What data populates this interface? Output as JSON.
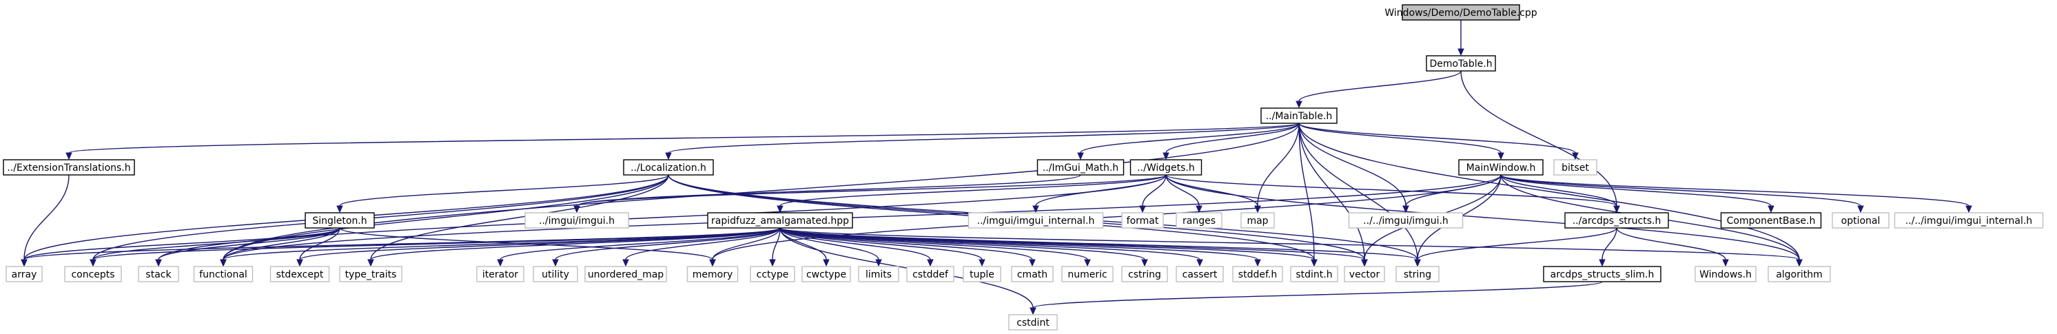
{
  "graph": {
    "nodes": [
      {
        "id": "root",
        "label": "Windows/Demo/DemoTable.cpp",
        "style": "root",
        "interactable": false
      },
      {
        "id": "demotable",
        "label": "DemoTable.h",
        "style": "box",
        "interactable": true
      },
      {
        "id": "maintable",
        "label": "../MainTable.h",
        "style": "box",
        "interactable": true
      },
      {
        "id": "exttrans",
        "label": "../ExtensionTranslations.h",
        "style": "box",
        "interactable": true
      },
      {
        "id": "localization",
        "label": "../Localization.h",
        "style": "box",
        "interactable": true
      },
      {
        "id": "imguimath",
        "label": "../ImGui_Math.h",
        "style": "box",
        "interactable": true
      },
      {
        "id": "widgets",
        "label": "../Widgets.h",
        "style": "box",
        "interactable": true
      },
      {
        "id": "mainwindow",
        "label": "MainWindow.h",
        "style": "box",
        "interactable": true
      },
      {
        "id": "bitset",
        "label": "bitset",
        "style": "system",
        "interactable": false
      },
      {
        "id": "singleton",
        "label": "Singleton.h",
        "style": "box",
        "interactable": true
      },
      {
        "id": "imgui1",
        "label": "../imgui/imgui.h",
        "style": "system",
        "interactable": false
      },
      {
        "id": "rapidfuzz",
        "label": "rapidfuzz_amalgamated.hpp",
        "style": "box",
        "interactable": true
      },
      {
        "id": "imguiint1",
        "label": "../imgui/imgui_internal.h",
        "style": "system",
        "interactable": false
      },
      {
        "id": "format",
        "label": "format",
        "style": "system",
        "interactable": false
      },
      {
        "id": "ranges",
        "label": "ranges",
        "style": "system",
        "interactable": false
      },
      {
        "id": "map",
        "label": "map",
        "style": "system",
        "interactable": false
      },
      {
        "id": "imgui2",
        "label": "../../imgui/imgui.h",
        "style": "system",
        "interactable": false
      },
      {
        "id": "arcdpsstructs",
        "label": "../arcdps_structs.h",
        "style": "box",
        "interactable": true
      },
      {
        "id": "componentbase",
        "label": "ComponentBase.h",
        "style": "box",
        "interactable": true
      },
      {
        "id": "optional",
        "label": "optional",
        "style": "system",
        "interactable": false
      },
      {
        "id": "imguiint2",
        "label": "../../imgui/imgui_internal.h",
        "style": "system",
        "interactable": false
      },
      {
        "id": "array",
        "label": "array",
        "style": "system",
        "interactable": false
      },
      {
        "id": "concepts",
        "label": "concepts",
        "style": "system",
        "interactable": false
      },
      {
        "id": "stack",
        "label": "stack",
        "style": "system",
        "interactable": false
      },
      {
        "id": "functional",
        "label": "functional",
        "style": "system",
        "interactable": false
      },
      {
        "id": "stdexcept",
        "label": "stdexcept",
        "style": "system",
        "interactable": false
      },
      {
        "id": "typetraits",
        "label": "type_traits",
        "style": "system",
        "interactable": false
      },
      {
        "id": "iterator",
        "label": "iterator",
        "style": "system",
        "interactable": false
      },
      {
        "id": "utility",
        "label": "utility",
        "style": "system",
        "interactable": false
      },
      {
        "id": "unorderedmap",
        "label": "unordered_map",
        "style": "system",
        "interactable": false
      },
      {
        "id": "memory",
        "label": "memory",
        "style": "system",
        "interactable": false
      },
      {
        "id": "cctype",
        "label": "cctype",
        "style": "system",
        "interactable": false
      },
      {
        "id": "cwctype",
        "label": "cwctype",
        "style": "system",
        "interactable": false
      },
      {
        "id": "limits",
        "label": "limits",
        "style": "system",
        "interactable": false
      },
      {
        "id": "cstddef",
        "label": "cstddef",
        "style": "system",
        "interactable": false
      },
      {
        "id": "tuple",
        "label": "tuple",
        "style": "system",
        "interactable": false
      },
      {
        "id": "cmath",
        "label": "cmath",
        "style": "system",
        "interactable": false
      },
      {
        "id": "numeric",
        "label": "numeric",
        "style": "system",
        "interactable": false
      },
      {
        "id": "cstring",
        "label": "cstring",
        "style": "system",
        "interactable": false
      },
      {
        "id": "cassert",
        "label": "cassert",
        "style": "system",
        "interactable": false
      },
      {
        "id": "stddefh",
        "label": "stddef.h",
        "style": "system",
        "interactable": false
      },
      {
        "id": "stdinth",
        "label": "stdint.h",
        "style": "system",
        "interactable": false
      },
      {
        "id": "vector",
        "label": "vector",
        "style": "system",
        "interactable": false
      },
      {
        "id": "string",
        "label": "string",
        "style": "system",
        "interactable": false
      },
      {
        "id": "arcdpsslim",
        "label": "arcdps_structs_slim.h",
        "style": "box",
        "interactable": true
      },
      {
        "id": "windowsh",
        "label": "Windows.h",
        "style": "system",
        "interactable": false
      },
      {
        "id": "algorithm",
        "label": "algorithm",
        "style": "system",
        "interactable": false
      },
      {
        "id": "cstdint",
        "label": "cstdint",
        "style": "system",
        "interactable": false
      }
    ],
    "edges": [
      [
        "root",
        "demotable"
      ],
      [
        "demotable",
        "maintable"
      ],
      [
        "demotable",
        "arcdpsstructs"
      ],
      [
        "maintable",
        "exttrans"
      ],
      [
        "maintable",
        "localization"
      ],
      [
        "maintable",
        "imguimath"
      ],
      [
        "maintable",
        "widgets"
      ],
      [
        "maintable",
        "mainwindow"
      ],
      [
        "maintable",
        "bitset"
      ],
      [
        "maintable",
        "map"
      ],
      [
        "maintable",
        "imgui2"
      ],
      [
        "maintable",
        "functional"
      ],
      [
        "maintable",
        "vector"
      ],
      [
        "maintable",
        "string"
      ],
      [
        "maintable",
        "stdinth"
      ],
      [
        "maintable",
        "algorithm"
      ],
      [
        "exttrans",
        "array"
      ],
      [
        "localization",
        "singleton"
      ],
      [
        "localization",
        "array"
      ],
      [
        "localization",
        "concepts"
      ],
      [
        "localization",
        "functional"
      ],
      [
        "localization",
        "typetraits"
      ],
      [
        "localization",
        "vector"
      ],
      [
        "localization",
        "string"
      ],
      [
        "localization",
        "stdinth"
      ],
      [
        "imguimath",
        "imgui1"
      ],
      [
        "widgets",
        "imgui1"
      ],
      [
        "widgets",
        "imguiint1"
      ],
      [
        "widgets",
        "format"
      ],
      [
        "widgets",
        "ranges"
      ],
      [
        "widgets",
        "map"
      ],
      [
        "widgets",
        "arcdpsstructs"
      ],
      [
        "widgets",
        "stack"
      ],
      [
        "widgets",
        "rapidfuzz"
      ],
      [
        "widgets",
        "algorithm"
      ],
      [
        "mainwindow",
        "imgui2"
      ],
      [
        "mainwindow",
        "arcdpsstructs"
      ],
      [
        "mainwindow",
        "componentbase"
      ],
      [
        "mainwindow",
        "optional"
      ],
      [
        "mainwindow",
        "imguiint2"
      ],
      [
        "mainwindow",
        "vector"
      ],
      [
        "mainwindow",
        "string"
      ],
      [
        "mainwindow",
        "memory"
      ],
      [
        "mainwindow",
        "functional"
      ],
      [
        "mainwindow",
        "algorithm"
      ],
      [
        "singleton",
        "array"
      ],
      [
        "singleton",
        "concepts"
      ],
      [
        "singleton",
        "stack"
      ],
      [
        "singleton",
        "functional"
      ],
      [
        "singleton",
        "stdexcept"
      ],
      [
        "singleton",
        "memory"
      ],
      [
        "rapidfuzz",
        "array"
      ],
      [
        "rapidfuzz",
        "concepts"
      ],
      [
        "rapidfuzz",
        "functional"
      ],
      [
        "rapidfuzz",
        "stdexcept"
      ],
      [
        "rapidfuzz",
        "typetraits"
      ],
      [
        "rapidfuzz",
        "iterator"
      ],
      [
        "rapidfuzz",
        "utility"
      ],
      [
        "rapidfuzz",
        "unorderedmap"
      ],
      [
        "rapidfuzz",
        "memory"
      ],
      [
        "rapidfuzz",
        "cctype"
      ],
      [
        "rapidfuzz",
        "cwctype"
      ],
      [
        "rapidfuzz",
        "limits"
      ],
      [
        "rapidfuzz",
        "cstddef"
      ],
      [
        "rapidfuzz",
        "tuple"
      ],
      [
        "rapidfuzz",
        "cmath"
      ],
      [
        "rapidfuzz",
        "numeric"
      ],
      [
        "rapidfuzz",
        "cstring"
      ],
      [
        "rapidfuzz",
        "cassert"
      ],
      [
        "rapidfuzz",
        "stddefh"
      ],
      [
        "rapidfuzz",
        "stdinth"
      ],
      [
        "rapidfuzz",
        "vector"
      ],
      [
        "rapidfuzz",
        "string"
      ],
      [
        "rapidfuzz",
        "algorithm"
      ],
      [
        "rapidfuzz",
        "cstdint"
      ],
      [
        "arcdpsstructs",
        "string"
      ],
      [
        "arcdpsstructs",
        "arcdpsslim"
      ],
      [
        "arcdpsstructs",
        "windowsh"
      ],
      [
        "arcdpsslim",
        "cstdint"
      ]
    ]
  },
  "colors": {
    "edge": "#191970",
    "root_fill": "#bfbfbf",
    "root_stroke": "#000000",
    "box_fill": "#ffffff",
    "box_stroke": "#000000",
    "system_fill": "#ffffff",
    "system_stroke": "#bfbfbf",
    "text": "#000000"
  }
}
